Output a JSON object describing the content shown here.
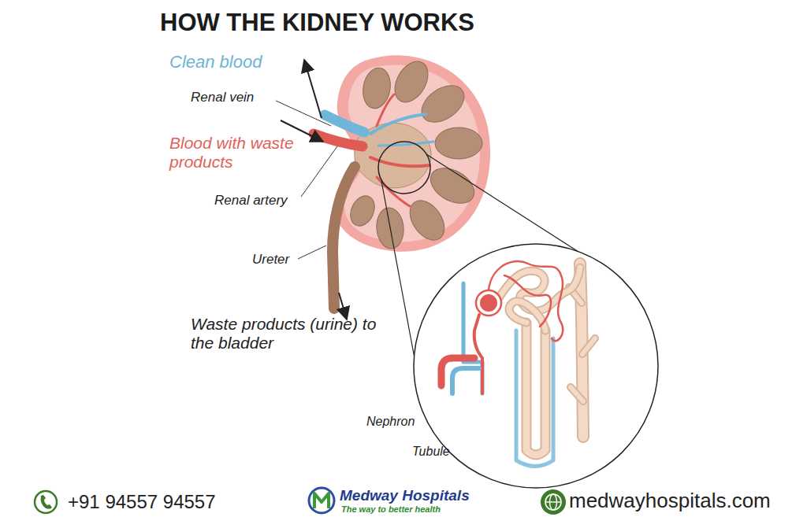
{
  "diagram": {
    "title": "HOW THE KIDNEY WORKS",
    "labels": [
      "Clean blood",
      "Renal vein",
      "Blood with waste products",
      "Renal artery",
      "Ureter",
      "Waste products (urine) to the bladder",
      "Nephron",
      "Tubule",
      "+91 94557 94557",
      "Medway Hospitals",
      "The way to better health",
      "medwayhospitals.com"
    ]
  }
}
